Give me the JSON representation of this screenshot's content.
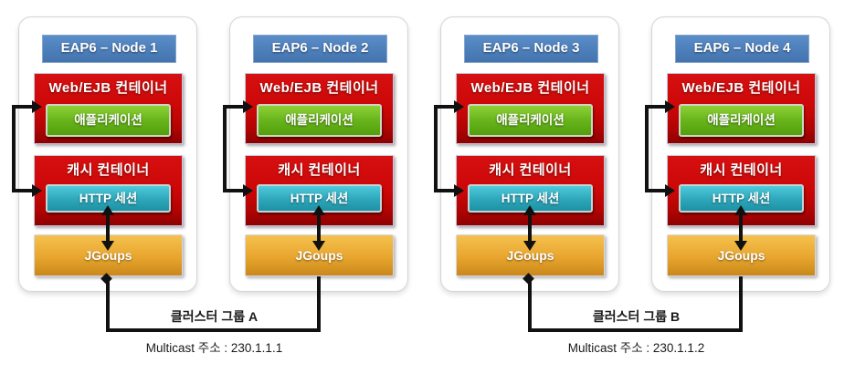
{
  "nodes": [
    {
      "title": "EAP6 – Node 1",
      "web_container": {
        "title": "Web/EJB 컨테이너",
        "application": "애플리케이션"
      },
      "cache_container": {
        "title": "캐시 컨테이너",
        "session": "HTTP 세션"
      },
      "transport": "JGoups"
    },
    {
      "title": "EAP6 – Node 2",
      "web_container": {
        "title": "Web/EJB 컨테이너",
        "application": "애플리케이션"
      },
      "cache_container": {
        "title": "캐시 컨테이너",
        "session": "HTTP 세션"
      },
      "transport": "JGoups"
    },
    {
      "title": "EAP6 – Node 3",
      "web_container": {
        "title": "Web/EJB 컨테이너",
        "application": "애플리케이션"
      },
      "cache_container": {
        "title": "캐시 컨테이너",
        "session": "HTTP 세션"
      },
      "transport": "JGoups"
    },
    {
      "title": "EAP6 – Node 4",
      "web_container": {
        "title": "Web/EJB 컨테이너",
        "application": "애플리케이션"
      },
      "cache_container": {
        "title": "캐시 컨테이너",
        "session": "HTTP 세션"
      },
      "transport": "JGoups"
    }
  ],
  "clusters": [
    {
      "label": "클러스터 그룹 A",
      "multicast": "Multicast 주소 : 230.1.1.1"
    },
    {
      "label": "클러스터 그룹 B",
      "multicast": "Multicast 주소 : 230.1.1.2"
    }
  ],
  "colors": {
    "node_header_blue": "#4f81bd",
    "container_red": "#cc0707",
    "application_green": "#69b51d",
    "session_teal": "#2fa9bc",
    "transport_gold": "#e8a52e",
    "connector_black": "#111111",
    "card_background": "#ffffff"
  }
}
